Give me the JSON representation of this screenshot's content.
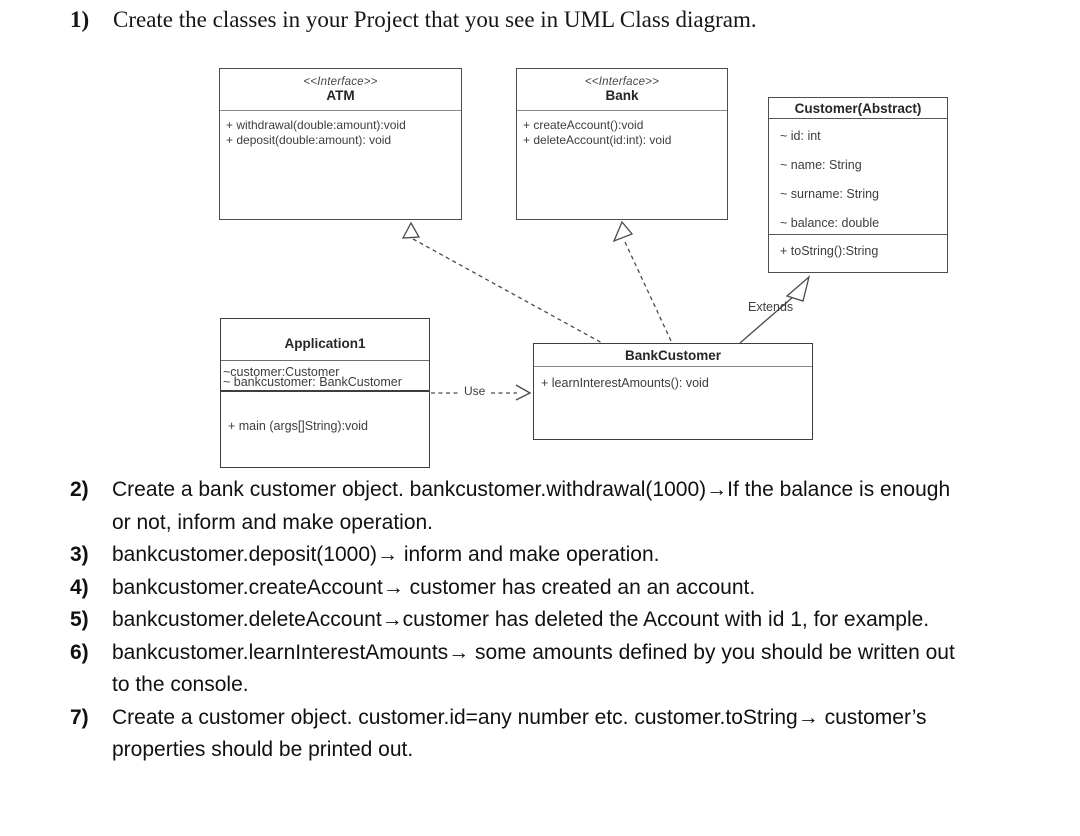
{
  "heading": {
    "number": "1)",
    "text": "Create the classes in your Project that you see in UML Class diagram."
  },
  "diagram": {
    "classes": {
      "atm": {
        "stereotype": "<<Interface>>",
        "name": "ATM",
        "methods": [
          "+ withdrawal(double:amount):void",
          "+ deposit(double:amount): void"
        ]
      },
      "bank": {
        "stereotype": "<<Interface>>",
        "name": "Bank",
        "methods": [
          "+ createAccount():void",
          "+ deleteAccount(id:int): void"
        ]
      },
      "customer": {
        "name": "Customer(Abstract)",
        "attributes": [
          "~ id: int",
          "~ name: String",
          "~ surname: String",
          "~ balance: double"
        ],
        "methods": [
          "+ toString():String"
        ]
      },
      "application1": {
        "name": "Application1",
        "attributes": [
          "~customer:Customer",
          "~ bankcustomer: BankCustomer"
        ],
        "methods": [
          "+ main (args[]String):void"
        ]
      },
      "bankcustomer": {
        "name": "BankCustomer",
        "methods": [
          "+ learnInterestAmounts(): void"
        ]
      }
    },
    "edge_labels": {
      "extends": "Extends",
      "use": "Use"
    },
    "colors": {
      "line": "#4a4a4a",
      "box_text": "#3d3d3d",
      "body_text": "#111111"
    }
  },
  "instructions": [
    {
      "num": "2)",
      "lines": [
        "Create a bank customer object. bankcustomer.withdrawal(1000)→If the balance is enough",
        "or not, inform and make operation."
      ]
    },
    {
      "num": "3)",
      "lines": [
        "bankcustomer.deposit(1000)→ inform and make operation."
      ]
    },
    {
      "num": "4)",
      "lines": [
        "bankcustomer.createAccount→ customer has created an an account."
      ]
    },
    {
      "num": "5)",
      "lines": [
        "bankcustomer.deleteAccount→customer has deleted the Account with id 1, for example."
      ]
    },
    {
      "num": "6)",
      "lines": [
        "bankcustomer.learnInterestAmounts→ some amounts defined by you should be written out",
        "to the console."
      ]
    },
    {
      "num": "7)",
      "lines": [
        "Create a customer object. customer.id=any number etc. customer.toString→ customer’s",
        "properties should be printed out."
      ]
    }
  ]
}
